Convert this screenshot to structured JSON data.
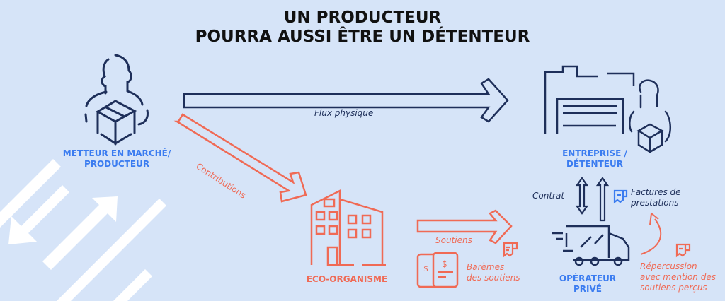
{
  "title": {
    "line1": "UN PRODUCTEUR",
    "line2": "POURRA AUSSI ÊTRE UN DÉTENTEUR"
  },
  "nodes": {
    "producer": {
      "line1": "METTEUR EN MARCHÉ/",
      "line2": "PRODUCTEUR"
    },
    "company": {
      "line1": "ENTREPRISE /",
      "line2": "DÉTENTEUR"
    },
    "eco": {
      "label": "ECO-ORGANISME"
    },
    "operator": {
      "line1": "OPÉRATEUR",
      "line2": "PRIVÉ"
    }
  },
  "flows": {
    "physical": "Flux physique",
    "contributions": "Contributions",
    "soutiens": "Soutiens",
    "contrat": "Contrat",
    "factures": {
      "line1": "Factures de",
      "line2": "prestations"
    },
    "baremes": {
      "line1": "Barèmes",
      "line2": "des soutiens"
    },
    "repercussion": {
      "line1": "Répercussion",
      "line2": "avec mention des",
      "line3": "soutiens perçus"
    }
  },
  "colors": {
    "background": "#d6e4f8",
    "navy": "#1e2f5a",
    "orange": "#f06a55",
    "blue": "#3b7cf0"
  }
}
